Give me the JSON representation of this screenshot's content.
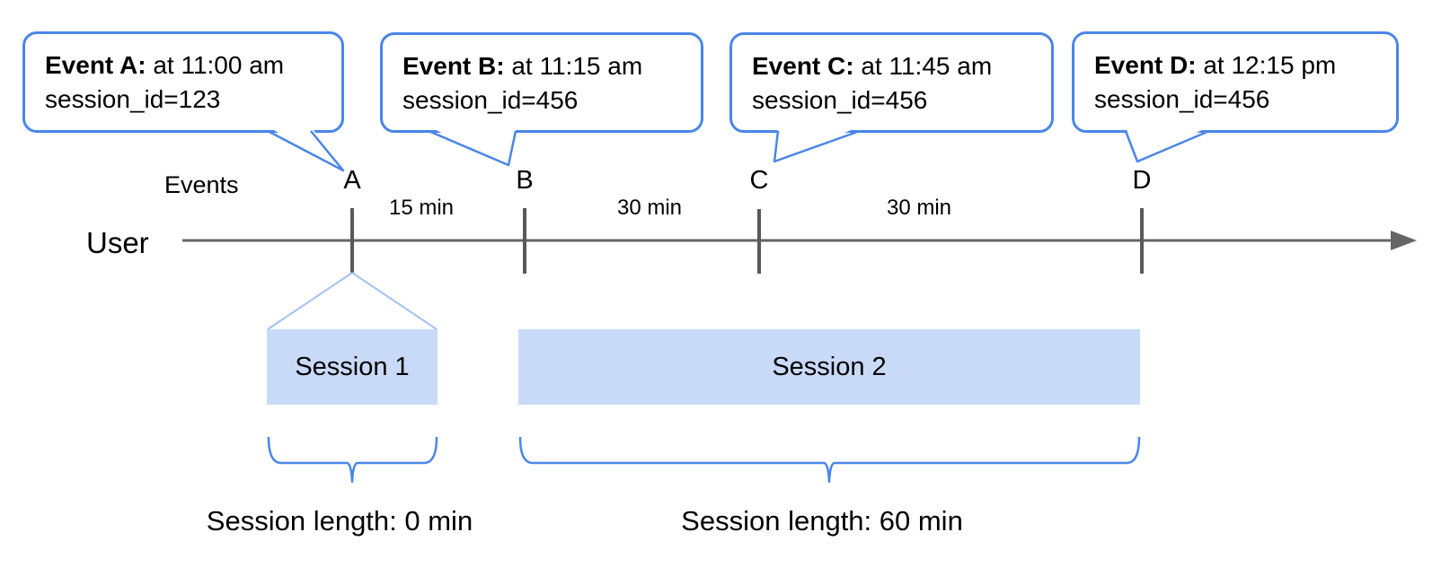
{
  "diagram": {
    "events_axis_label": "Events",
    "user_label": "User",
    "callouts": [
      {
        "event": "A",
        "title": "Event A:",
        "time": " at 11:00 am",
        "detail": "session_id=123"
      },
      {
        "event": "B",
        "title": "Event B:",
        "time": " at 11:15 am",
        "detail": "session_id=456"
      },
      {
        "event": "C",
        "title": "Event C:",
        "time": " at 11:45 am",
        "detail": "session_id=456"
      },
      {
        "event": "D",
        "title": "Event D:",
        "time": " at 12:15 pm",
        "detail": "session_id=456"
      }
    ],
    "event_markers": [
      "A",
      "B",
      "C",
      "D"
    ],
    "intervals": [
      {
        "label": "15 min"
      },
      {
        "label": "30 min"
      },
      {
        "label": "30 min"
      }
    ],
    "sessions": [
      {
        "label": "Session 1",
        "length": "Session length: 0 min"
      },
      {
        "label": "Session 2",
        "length": "Session length: 60 min"
      }
    ],
    "colors": {
      "callout_border": "#4a86e8",
      "session_fill": "#c9daf8",
      "funnel_line": "#a4c2f4",
      "brace": "#4a86e8",
      "timeline": "#666666",
      "tick": "#595959",
      "text": "#000000"
    }
  }
}
